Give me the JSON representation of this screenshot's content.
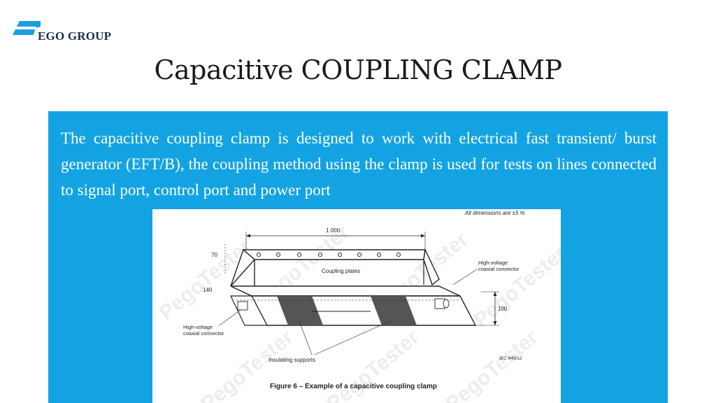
{
  "brand": {
    "name": "EGO GROUP",
    "color": "#1d2b4f",
    "accent": "#1a9fe0"
  },
  "slide": {
    "title": "Capacitive COUPLING CLAMP",
    "description": "The capacitive coupling clamp is designed to work with electrical fast transient/ burst generator (EFT/B), the coupling method using the clamp is used for tests on lines connected to signal port, control port and power port"
  },
  "figure": {
    "dimension_note": "All dimensions are ±5 %",
    "dim_length": "1 000",
    "dim_70": "70",
    "dim_140": "140",
    "dim_100": "100",
    "label_coupling_plates": "Coupling plates",
    "label_hv_right_line1": "High-voltage",
    "label_hv_right_line2": "coaxial connector",
    "label_hv_left_line1": "High-voltage",
    "label_hv_left_line2": "coaxial connector",
    "label_insulating": "Insulating supports",
    "iec_ref": "IEC  640/12",
    "caption": "Figure 6 – Example of a capacitive coupling clamp",
    "watermark": "PegoTester"
  },
  "colors": {
    "panel": "#13a3e3",
    "title": "#1a1a1a",
    "text": "#ffffff"
  }
}
